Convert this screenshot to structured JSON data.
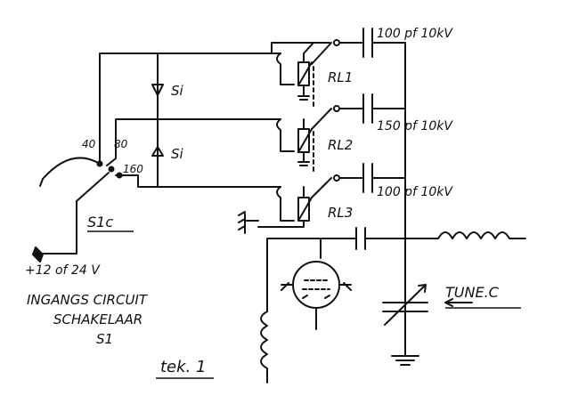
{
  "colors": {
    "ink": "#111111",
    "paper": "#ffffff"
  },
  "switch": {
    "name": "S1c",
    "positions": [
      "40",
      "80",
      "160"
    ],
    "supply": "+12 of 24 V"
  },
  "diodes": [
    {
      "label": "Si"
    },
    {
      "label": "Si"
    }
  ],
  "relays": [
    {
      "label": "RL1",
      "capacitor": "100 pf 10kV"
    },
    {
      "label": "RL2",
      "capacitor": "150 pf 10kV"
    },
    {
      "label": "RL3",
      "capacitor": "100 pf 10kV"
    }
  ],
  "tune": {
    "label": "TUNE.C"
  },
  "caption": {
    "line1": "INGANGS CIRCUIT",
    "line2": "SCHAKELAAR",
    "line3": "S1"
  },
  "figure": "tek. 1"
}
